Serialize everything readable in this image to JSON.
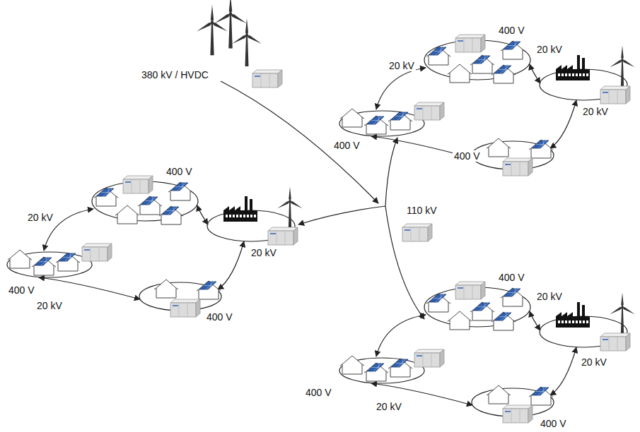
{
  "diagram": {
    "labels": [
      "400 V",
      "20 kV",
      "20 kV",
      "380 kV / HVDC",
      "20 kV",
      "400 V",
      "400 V",
      "400 V",
      "110 kV",
      "20 kV",
      "20 kV",
      "400 V",
      "400 V",
      "20 kV",
      "20 kV",
      "400 V",
      "20 kV",
      "400 V",
      "20 kV",
      "400 V"
    ]
  }
}
